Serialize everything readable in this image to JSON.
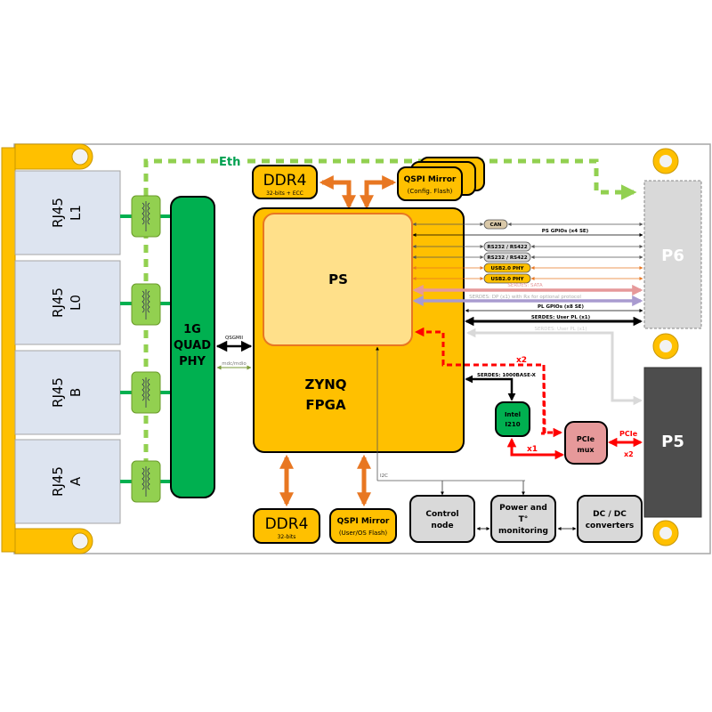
{
  "colors": {
    "board_outline": "#a6a6a6",
    "rail_yellow": "#ffc000",
    "rj45_fill": "#dde4f0",
    "transformer_green": "#92d050",
    "phy_green": "#00b050",
    "fpga_orange": "#ffc000",
    "ps_fill": "#ffe08a",
    "ps_border": "#e87722",
    "orange_bus": "#e87722",
    "eth_dash": "#92d050",
    "pcie_red": "#ff0000",
    "pcie_mux_fill": "#e6999a",
    "grey_block": "#d9d9d9",
    "p6_fill": "#d9d9d9",
    "p5_fill": "#4d4d4d",
    "sata_pink": "#e6999a",
    "dp_purple": "#a99bd0",
    "user_pl_grey": "#d9d9d9"
  },
  "rj45_ports": [
    {
      "line1": "RJ45",
      "line2": "L1"
    },
    {
      "line1": "RJ45",
      "line2": "L0"
    },
    {
      "line1": "RJ45",
      "line2": "B"
    },
    {
      "line1": "RJ45",
      "line2": "A"
    }
  ],
  "eth_label": "Eth",
  "phy": {
    "line1": "1G",
    "line2": "QUAD",
    "line3": "PHY"
  },
  "phy_links": {
    "qsgmii": "QSGMII",
    "mdio": "mdc/mdio"
  },
  "ddr4_top": {
    "title": "DDR4",
    "subtitle": "32-bits + ECC"
  },
  "qspi_top": {
    "title": "QSPI Mirror",
    "subtitle": "(Config. Flash)"
  },
  "fpga": {
    "ps_label": "PS",
    "line1": "ZYNQ",
    "line2": "FPGA"
  },
  "ddr4_bottom": {
    "title": "DDR4",
    "subtitle": "32-bits"
  },
  "qspi_bottom": {
    "title": "QSPI Mirror",
    "subtitle": "(User/OS Flash)"
  },
  "i2c_label": "I2C",
  "interfaces": {
    "can": "CAN",
    "ps_gpios": "PS GPIOs (x4 SE)",
    "rs232_1": "RS232 / RS422",
    "rs232_2": "RS232 / RS422",
    "usb_1": "USB2.0 PHY",
    "usb_2": "USB2.0 PHY",
    "sata": "SERDES: SATA",
    "dp": "SERDES: DP (x1) with Rx for optional protocol",
    "pl_gpios": "PL GPIOs (x8 SE)",
    "user_pl_1": "SERDES: User PL (x1)",
    "user_pl_2": "SERDES: User PL (x1)",
    "base_x": "SERDES: 1000BASE-X"
  },
  "intel": {
    "line1": "Intel",
    "line2": "I210"
  },
  "pcie_mux": {
    "line1": "PCIe",
    "line2": "mux"
  },
  "pcie_labels": {
    "x2_top": "x2",
    "x1": "x1",
    "pcie": "PCIe",
    "x2_right": "x2"
  },
  "control_node": {
    "line1": "Control",
    "line2": "node"
  },
  "power_mon": {
    "line1": "Power and",
    "line2": "T°",
    "line3": "monitoring"
  },
  "dcdc": {
    "line1": "DC / DC",
    "line2": "converters"
  },
  "connectors": {
    "p6": "P6",
    "p5": "P5"
  }
}
